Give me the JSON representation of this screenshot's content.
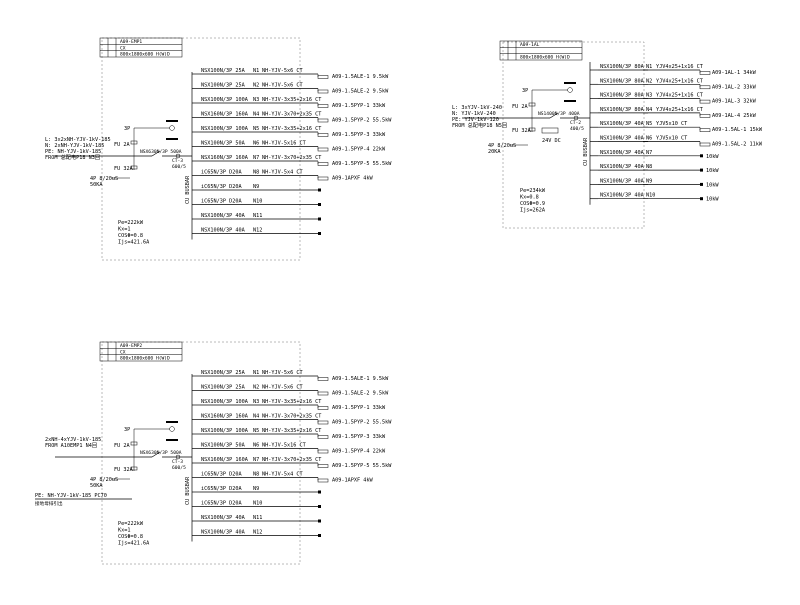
{
  "panels": [
    {
      "id": "emp1",
      "title": "A09-EMP1",
      "header_row2": "CX",
      "header_row3": "800x1800x600 H(W)D",
      "feeder_in": [
        "L: 3x2xNH-YJV-1kV-185",
        "N: 2xNH-YJV-1kV-185",
        "PE: NH-YJV-1kV-185",
        "FROM 总配电P18 N3回"
      ],
      "feeder_in_lines": 4,
      "pole_label": "3P",
      "fuse_top": "FU 2A",
      "fuse_bottom": "FU 32A",
      "main_breaker": "NSX630N/3P 500A",
      "ct_label": "CT-3",
      "ct_ratio": "600/5",
      "spd_label": "4P 8/20uS",
      "spd_ka": "50KA",
      "busbar": "CU BUSBAR",
      "pe_line": "",
      "pe_sub": "",
      "summary": [
        "Pe=222kW",
        "Kx=1",
        "COSΦ=0.8",
        "Ijs=421.6A"
      ],
      "circuits": [
        {
          "breaker": "NSX100N/3P 25A",
          "no": "N1",
          "cable": "NH-YJV-5x6 CT",
          "load": "A09-1.5ALE-1 9.5kW"
        },
        {
          "breaker": "NSX100N/3P 25A",
          "no": "N2",
          "cable": "NH-YJV-5x6 CT",
          "load": "A09-1.5ALE-2 9.5kW"
        },
        {
          "breaker": "NSX100N/3P 100A",
          "no": "N3",
          "cable": "NH-YJV-3x35+2x16 CT",
          "load": "A09-1.5PYP-1 33kW"
        },
        {
          "breaker": "NSX160N/3P 160A",
          "no": "N4",
          "cable": "NH-YJV-3x70+2x35 CT",
          "load": "A09-1.5PYP-2 55.5kW"
        },
        {
          "breaker": "NSX100N/3P 100A",
          "no": "N5",
          "cable": "NH-YJV-3x35+2x16 CT",
          "load": "A09-1.5PYP-3 33kW"
        },
        {
          "breaker": "NSX100N/3P 50A",
          "no": "N6",
          "cable": "NH-YJV-5x16 CT",
          "load": "A09-1.5PYP-4 22kW"
        },
        {
          "breaker": "NSX160N/3P 160A",
          "no": "N7",
          "cable": "NH-YJV-3x70+2x35 CT",
          "load": "A09-1.5PYP-5 55.5kW"
        },
        {
          "breaker": "iC65N/3P D20A",
          "no": "N8",
          "cable": "NH-YJV-5x4 CT",
          "load": "A09-1APXF 4kW"
        },
        {
          "breaker": "iC65N/3P D20A",
          "no": "N9",
          "cable": "",
          "load": ""
        },
        {
          "breaker": "iC65N/3P D20A",
          "no": "N10",
          "cable": "",
          "load": ""
        },
        {
          "breaker": "NSX100N/3P 40A",
          "no": "N11",
          "cable": "",
          "load": ""
        },
        {
          "breaker": "NSX100N/3P 40A",
          "no": "N12",
          "cable": "",
          "load": ""
        }
      ]
    },
    {
      "id": "al1",
      "title": "A09-1AL",
      "header_row2": "",
      "header_row3": "800x1800x600 H(W)D",
      "feeder_in": [
        "L: 3xYJV-1kV-240",
        "N: YJV-1kV-240",
        "PE: YJV-1kV-120",
        "FROM 总配电P18 N5回"
      ],
      "feeder_in_lines": 4,
      "pole_label": "3P",
      "fuse_top": "FU 2A",
      "fuse_bottom": "FU 32A",
      "main_breaker": "NS1400N/3P 400A",
      "ct_label": "CT-2",
      "ct_ratio": "400/5",
      "spd_label": "4P 8/20uS",
      "spd_ka": "20KA",
      "busbar": "CU BUSBAR",
      "dc_label": "24V DC",
      "pe_line": "",
      "pe_sub": "",
      "summary": [
        "Pe=234kW",
        "Kx=0.8",
        "COSΦ=0.9",
        "Ijs=262A"
      ],
      "circuits": [
        {
          "breaker": "NSX100N/3P 80A",
          "no": "N1",
          "cable": "YJV4x25+1x16 CT",
          "load": "A09-1AL-1 34kW"
        },
        {
          "breaker": "NSX100N/3P 80A",
          "no": "N2",
          "cable": "YJV4x25+1x16 CT",
          "load": "A09-1AL-2 33kW"
        },
        {
          "breaker": "NSX100N/3P 80A",
          "no": "N3",
          "cable": "YJV4x25+1x16 CT",
          "load": "A09-1AL-3 32kW"
        },
        {
          "breaker": "NSX100N/3P 80A",
          "no": "N4",
          "cable": "YJV4x25+1x16 CT",
          "load": "A09-1AL-4 25kW"
        },
        {
          "breaker": "NSX100N/3P 40A",
          "no": "N5",
          "cable": "YJV5x10 CT",
          "load": "A09-1.5AL-1 15kW"
        },
        {
          "breaker": "NSX100N/3P 40A",
          "no": "N6",
          "cable": "YJV5x10 CT",
          "load": "A09-1.5AL-2 11kW"
        },
        {
          "breaker": "NSX100N/3P 40A",
          "no": "N7",
          "cable": "",
          "load": "10kW"
        },
        {
          "breaker": "NSX100N/3P 40A",
          "no": "N8",
          "cable": "",
          "load": "10kW"
        },
        {
          "breaker": "NSX100N/3P 40A",
          "no": "N9",
          "cable": "",
          "load": "10kW"
        },
        {
          "breaker": "NSX100N/3P 40A",
          "no": "N10",
          "cable": "",
          "load": "10kW"
        }
      ]
    },
    {
      "id": "emp2",
      "title": "A09-EMP2",
      "header_row2": "CX",
      "header_row3": "800x1800x600 H(W)D",
      "feeder_in": [
        "2xNH-4xYJV-1kV-185",
        "FROM A10EMP1 N4回"
      ],
      "feeder_in_lines": 2,
      "pole_label": "3P",
      "fuse_top": "FU 2A",
      "fuse_bottom": "FU 32A",
      "main_breaker": "NSX630N/3P 500A",
      "ct_label": "CT-3",
      "ct_ratio": "600/5",
      "spd_label": "4P 8/20uS",
      "spd_ka": "50KA",
      "busbar": "CU BUSBAR",
      "pe_line": "PE: NH-YJV-1kV-185 PC70",
      "pe_sub": "接地母排引出",
      "summary": [
        "Pe=222kW",
        "Kx=1",
        "COSΦ=0.8",
        "Ijs=421.6A"
      ],
      "circuits": [
        {
          "breaker": "NSX100N/3P 25A",
          "no": "N1",
          "cable": "NH-YJV-5x6 CT",
          "load": "A09-1.5ALE-1 9.5kW"
        },
        {
          "breaker": "NSX100N/3P 25A",
          "no": "N2",
          "cable": "NH-YJV-5x6 CT",
          "load": "A09-1.5ALE-2 9.5kW"
        },
        {
          "breaker": "NSX100N/3P 100A",
          "no": "N3",
          "cable": "NH-YJV-3x35+2x16 CT",
          "load": "A09-1.5PYP-1 33kW"
        },
        {
          "breaker": "NSX160N/3P 160A",
          "no": "N4",
          "cable": "NH-YJV-3x70+2x35 CT",
          "load": "A09-1.5PYP-2 55.5kW"
        },
        {
          "breaker": "NSX100N/3P 100A",
          "no": "N5",
          "cable": "NH-YJV-3x35+2x16 CT",
          "load": "A09-1.5PYP-3 33kW"
        },
        {
          "breaker": "NSX100N/3P 50A",
          "no": "N6",
          "cable": "NH-YJV-5x16 CT",
          "load": "A09-1.5PYP-4 22kW"
        },
        {
          "breaker": "NSX160N/3P 160A",
          "no": "N7",
          "cable": "NH-YJV-3x70+2x35 CT",
          "load": "A09-1.5PYP-5 55.5kW"
        },
        {
          "breaker": "iC65N/3P D20A",
          "no": "N8",
          "cable": "NH-YJV-5x4 CT",
          "load": "A09-1APXF 4kW"
        },
        {
          "breaker": "iC65N/3P D20A",
          "no": "N9",
          "cable": "",
          "load": ""
        },
        {
          "breaker": "iC65N/3P D20A",
          "no": "N10",
          "cable": "",
          "load": ""
        },
        {
          "breaker": "NSX100N/3P 40A",
          "no": "N11",
          "cable": "",
          "load": ""
        },
        {
          "breaker": "NSX100N/3P 40A",
          "no": "N12",
          "cable": "",
          "load": ""
        }
      ]
    }
  ]
}
